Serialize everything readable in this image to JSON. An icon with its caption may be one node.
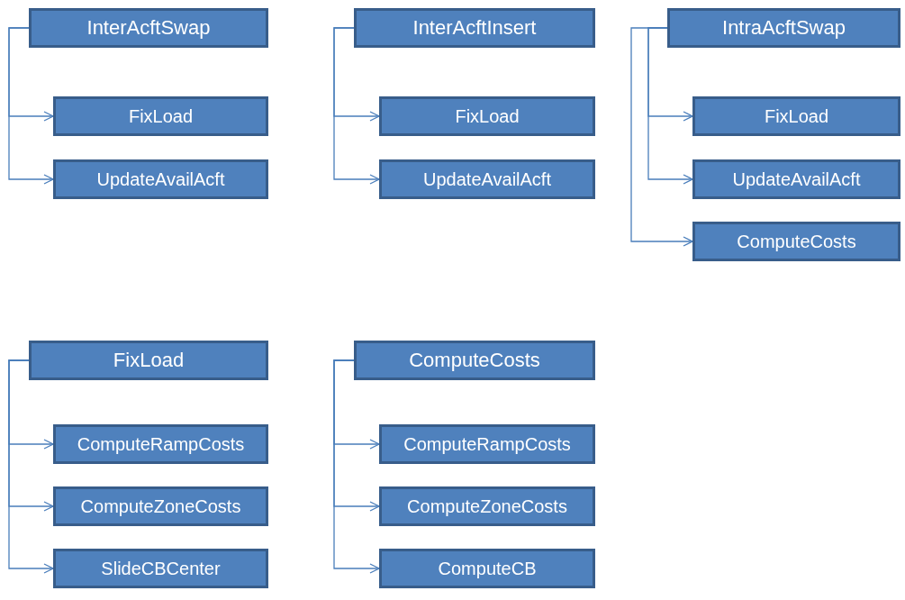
{
  "diagram": {
    "nodes": [
      {
        "text": [
          "InterAcftSwap"
        ]
      },
      {
        "text": [
          "FixLoad"
        ]
      },
      {
        "text": [
          "UpdateAvailAcft"
        ]
      },
      {
        "text": [
          "InterAcftInsert"
        ]
      },
      {
        "text": [
          "FixLoad"
        ]
      },
      {
        "text": [
          "UpdateAvailAcft"
        ]
      },
      {
        "text": [
          "IntraAcftSwap"
        ]
      },
      {
        "text": [
          "FixLoad"
        ]
      },
      {
        "text": [
          "UpdateAvailAcft"
        ]
      },
      {
        "text": [
          "ComputeCosts"
        ]
      },
      {
        "text": [
          "FixLoad"
        ]
      },
      {
        "text": [
          "ComputeRampCosts"
        ]
      },
      {
        "text": [
          "ComputeZoneCosts"
        ]
      },
      {
        "text": [
          "SlideCBCenter"
        ]
      },
      {
        "text": [
          "ComputeCosts"
        ]
      },
      {
        "text": [
          "ComputeRampCosts"
        ]
      },
      {
        "text": [
          "ComputeZoneCosts"
        ]
      },
      {
        "text": [
          "ComputeCB"
        ]
      }
    ],
    "edges": [
      {
        "from": 0,
        "to": 1,
        "arrow": "to"
      },
      {
        "from": 0,
        "to": 2,
        "arrow": "to"
      },
      {
        "from": 3,
        "to": 4,
        "arrow": "to"
      },
      {
        "from": 3,
        "to": 5,
        "arrow": "to"
      },
      {
        "from": 6,
        "to": 7,
        "arrow": "to"
      },
      {
        "from": 6,
        "to": 8,
        "arrow": "to"
      },
      {
        "from": 6,
        "to": 9,
        "arrow": "to"
      },
      {
        "from": 10,
        "to": 11,
        "arrow": "to"
      },
      {
        "from": 10,
        "to": 12,
        "arrow": "to"
      },
      {
        "from": 10,
        "to": 13,
        "arrow": "to"
      },
      {
        "from": 14,
        "to": 15,
        "arrow": "to"
      },
      {
        "from": 14,
        "to": 16,
        "arrow": "to"
      },
      {
        "from": 14,
        "to": 17,
        "arrow": "to"
      }
    ]
  }
}
